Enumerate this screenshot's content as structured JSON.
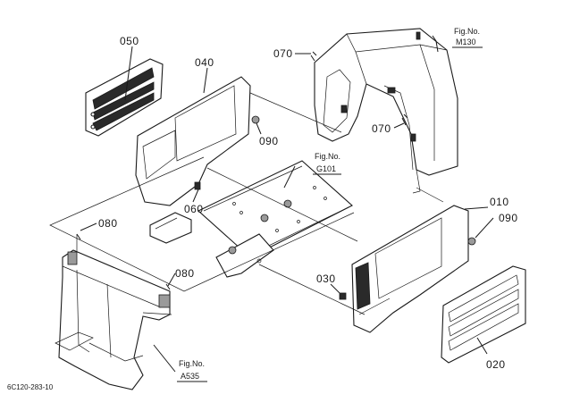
{
  "diagram": {
    "drawing_code": "6C120-283-10",
    "part_labels": [
      {
        "id": "p050",
        "text": "050"
      },
      {
        "id": "p040",
        "text": "040"
      },
      {
        "id": "p070a",
        "text": "070"
      },
      {
        "id": "p070b",
        "text": "070"
      },
      {
        "id": "p090a",
        "text": "090"
      },
      {
        "id": "p090b",
        "text": "090"
      },
      {
        "id": "p060",
        "text": "060"
      },
      {
        "id": "p080a",
        "text": "080"
      },
      {
        "id": "p080b",
        "text": "080"
      },
      {
        "id": "p010",
        "text": "010"
      },
      {
        "id": "p030",
        "text": "030"
      },
      {
        "id": "p020",
        "text": "020"
      }
    ],
    "figure_refs": [
      {
        "id": "m130",
        "prefix": "Fig.No.",
        "code": "M130"
      },
      {
        "id": "g101",
        "prefix": "Fig.No.",
        "code": "G101"
      },
      {
        "id": "a535",
        "prefix": "Fig.No.",
        "code": "A535"
      }
    ]
  }
}
